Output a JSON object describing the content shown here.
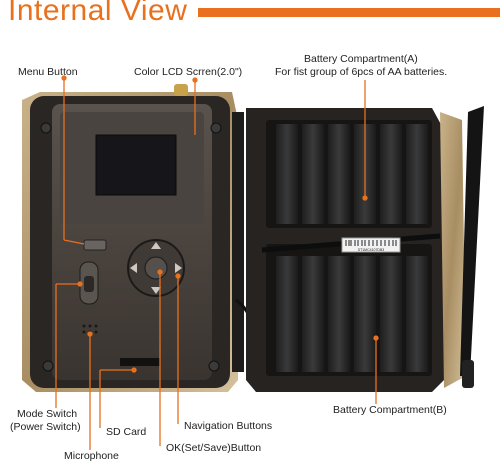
{
  "header": {
    "title": "Internal View",
    "accent_color": "#e8701e"
  },
  "labels": {
    "menu_button": "Menu Button",
    "lcd": "Color LCD Scrren(2.0\")",
    "battery_a_line1": "Battery Compartment(A)",
    "battery_a_line2": "For fist group of 6pcs of AA batteries.",
    "mode_switch_line1": "Mode Switch",
    "mode_switch_line2": "(Power Switch)",
    "sd_card": "SD Card",
    "microphone": "Microphone",
    "navigation": "Navigation Buttons",
    "ok": "OK(Set/Save)Button",
    "battery_b": "Battery Compartment(B)"
  },
  "device": {
    "sticker_barcode_text": "ST1MC4107DB3"
  }
}
